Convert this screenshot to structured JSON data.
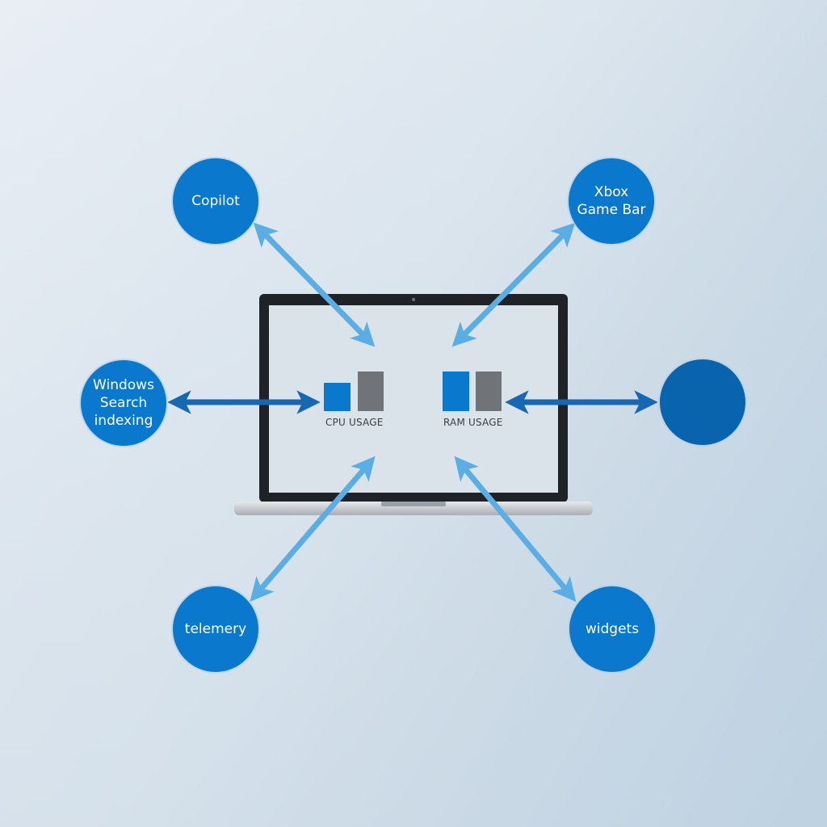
{
  "diagram": {
    "center": {
      "device": "laptop",
      "metrics": [
        {
          "label": "CPU USAGE",
          "bars": [
            {
              "color": "#0a78cc",
              "relative_height": 0.66
            },
            {
              "color": "#707378",
              "relative_height": 1.0
            }
          ]
        },
        {
          "label": "RAM USAGE",
          "bars": [
            {
              "color": "#0a78cc",
              "relative_height": 1.0
            },
            {
              "color": "#707378",
              "relative_height": 1.0
            }
          ]
        }
      ]
    },
    "nodes": [
      {
        "id": "copilot",
        "label": "Copilot",
        "position": "top-left"
      },
      {
        "id": "xbox-game-bar",
        "label": "Xbox\nGame Bar",
        "position": "top-right"
      },
      {
        "id": "windows-search-indexing",
        "label": "Windows\nSearch\nindexing",
        "position": "middle-left"
      },
      {
        "id": "unlabeled",
        "label": "",
        "position": "middle-right"
      },
      {
        "id": "telemery",
        "label": "telemery",
        "position": "bottom-left"
      },
      {
        "id": "widgets",
        "label": "widgets",
        "position": "bottom-right"
      }
    ],
    "connectors": "bidirectional-arrows",
    "colors": {
      "node": "#0a78cc",
      "node_dark": "#0a63ad",
      "arrow_light": "#5aaee3",
      "arrow_dark": "#1768b3",
      "laptop_bezel": "#1f2226",
      "bar_gray": "#707378"
    }
  }
}
